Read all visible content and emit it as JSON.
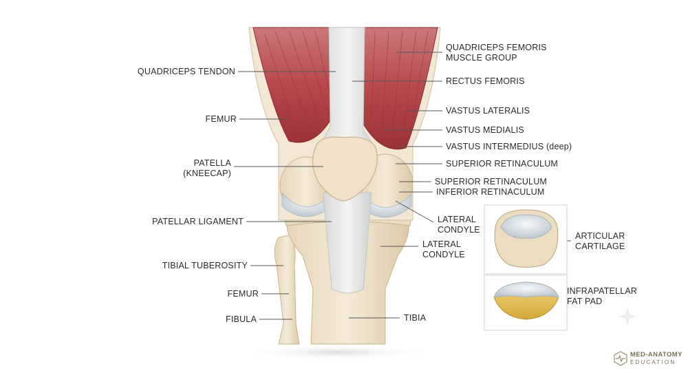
{
  "labels_left": {
    "quadriceps_tendon": "QUADRICEPS TENDON",
    "femur_upper": "FEMUR",
    "patella_line1": "PATELLA",
    "patella_line2": "(KNEECAP)",
    "patellar_ligament": "PATELLAR LIGAMENT",
    "tibial_tuberosity": "TIBIAL TUBEROSITY",
    "femur_lower": "FEMUR",
    "fibula": "FIBULA"
  },
  "labels_right": {
    "quadriceps_group_line1": "QUADRICEPS FEMORIS",
    "quadriceps_group_line2": "MUSCLE GROUP",
    "rectus_femoris": "RECTUS FEMORIS",
    "vastus_lateralis": "VASTUS LATERALIS",
    "vastus_medialis": "VASTUS MEDIALIS",
    "vastus_intermedius": "VASTUS INTERMEDIUS (deep)",
    "superior_retinaculum_1": "SUPERIOR RETINACULUM",
    "superior_retinaculum_2": "SUPERIOR RETINACULUM",
    "inferior_retinaculum": "INFERIOR RETINACULUM",
    "lateral_condyle_1_line1": "LATERAL",
    "lateral_condyle_1_line2": "CONDYLE",
    "lateral_condyle_2_line1": "LATERAL",
    "lateral_condyle_2_line2": "CONDYLE",
    "tibia": "TIBIA"
  },
  "inset_labels": {
    "articular_cartilage_line1": "ARTICULAR",
    "articular_cartilage_line2": "CARTILAGE",
    "fat_pad_line1": "INFRAPATELLAR",
    "fat_pad_line2": "FAT PAD"
  },
  "logo": {
    "line1": "MED-ANATOMY",
    "line2": "EDUCATION"
  },
  "colors": {
    "muscle": "#b8484c",
    "muscle_dark": "#8e2b31",
    "tendon": "#e8e8e6",
    "bone": "#efe3cc",
    "cartilage": "#d9e2e8",
    "fat": "#e6c45a",
    "leader": "#555555"
  }
}
